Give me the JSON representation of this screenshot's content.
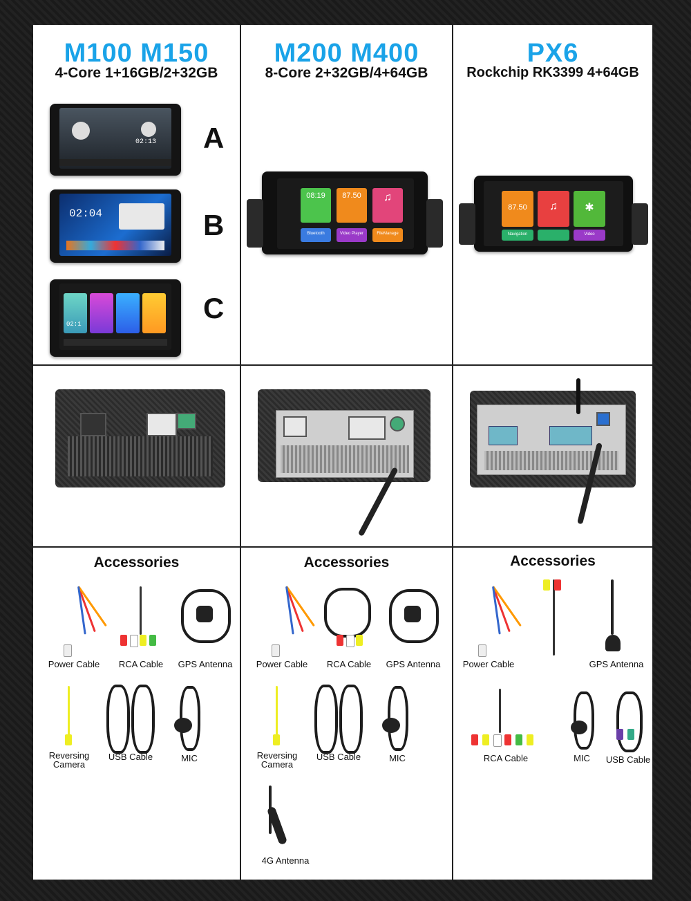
{
  "columns": [
    {
      "title": "M100 M150",
      "subtitle": "4-Core 1+16GB/2+32GB",
      "variants": [
        "A",
        "B",
        "C"
      ]
    },
    {
      "title": "M200 M400",
      "subtitle": "8-Core 2+32GB/4+64GB"
    },
    {
      "title": "PX6",
      "subtitle": "Rockchip RK3399 4+64GB"
    }
  ],
  "screens": {
    "a_clock": "02:13",
    "b_clock": "02:04",
    "c_clock": "02:1",
    "m200_tiles": [
      "08:19",
      "87.50",
      "♫"
    ],
    "m200_buttons": [
      "Bluetooth",
      "Video Player",
      "FileManage"
    ],
    "px6_tiles": [
      "87.50",
      "♫",
      "✱"
    ],
    "px6_buttons": [
      "Navigation",
      "",
      "Video"
    ]
  },
  "accessories": [
    {
      "heading": "Accessories",
      "items": [
        "Power Cable",
        "RCA Cable",
        "GPS Antenna",
        "Reversing Camera",
        "USB Cable",
        "MIC"
      ]
    },
    {
      "heading": "Accessories",
      "items": [
        "Power Cable",
        "RCA Cable",
        "GPS Antenna",
        "Reversing Camera",
        "USB Cable",
        "MIC",
        "4G Antenna"
      ]
    },
    {
      "heading": "Accessories",
      "items": [
        "Power Cable",
        "GPS Antenna",
        "RCA Cable",
        "MIC",
        "USB Cable"
      ]
    }
  ],
  "colors": {
    "title": "#1aa3e8",
    "grid": "#222222"
  }
}
